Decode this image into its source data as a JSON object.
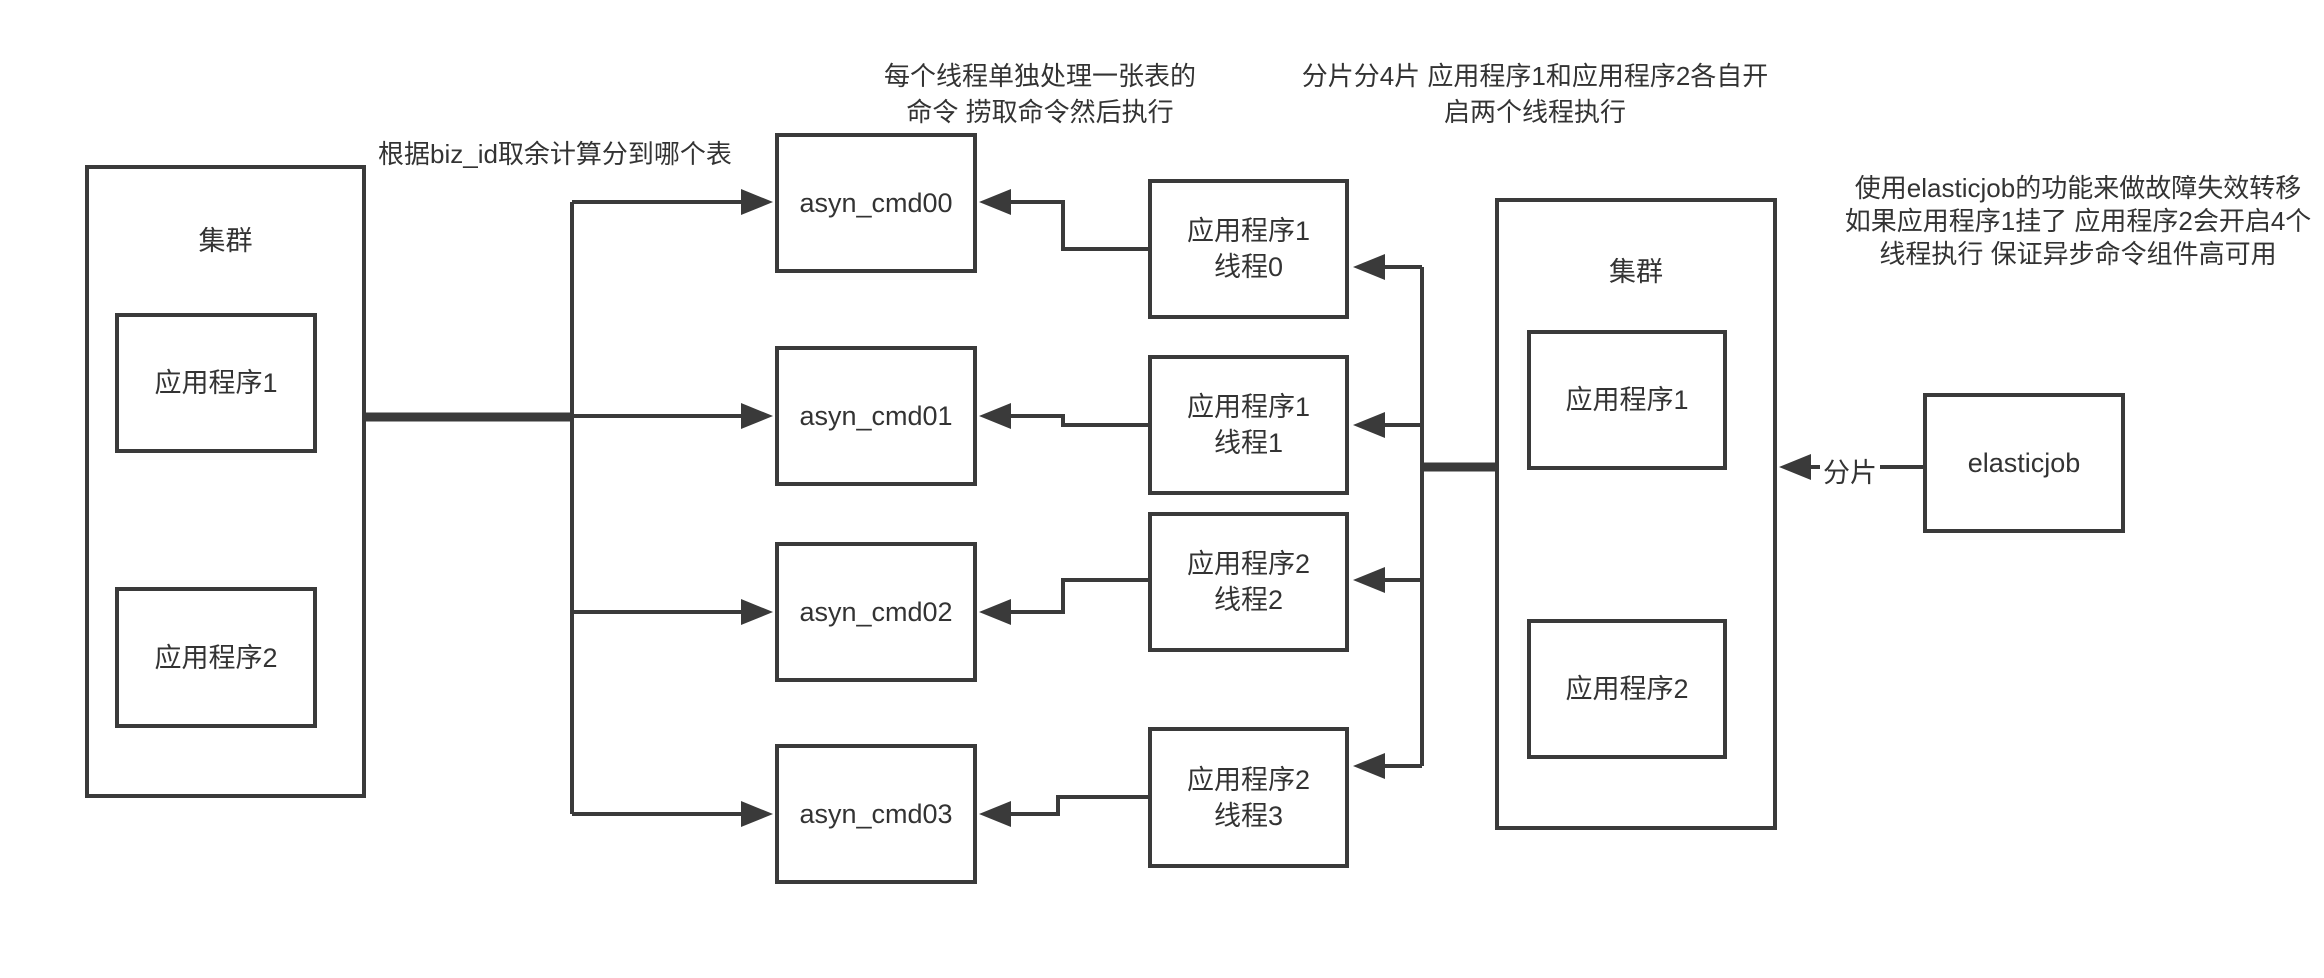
{
  "colors": {
    "line": "#3a3a3a",
    "text": "#333333",
    "background": "#ffffff"
  },
  "left_cluster": {
    "title": "集群",
    "app1": "应用程序1",
    "app2": "应用程序2"
  },
  "cmd_tables": {
    "t0": "asyn_cmd00",
    "t1": "asyn_cmd01",
    "t2": "asyn_cmd02",
    "t3": "asyn_cmd03"
  },
  "threads": {
    "t0": {
      "app": "应用程序1",
      "thread": "线程0"
    },
    "t1": {
      "app": "应用程序1",
      "thread": "线程1"
    },
    "t2": {
      "app": "应用程序2",
      "thread": "线程2"
    },
    "t3": {
      "app": "应用程序2",
      "thread": "线程3"
    }
  },
  "right_cluster": {
    "title": "集群",
    "app1": "应用程序1",
    "app2": "应用程序2"
  },
  "elasticjob": {
    "label": "elasticjob"
  },
  "shard_arrow": {
    "label": "分片"
  },
  "annotations": {
    "route_note": {
      "line1": "根据biz_id取余计算分到哪个表"
    },
    "thread_note": {
      "line1": "每个线程单独处理一张表的",
      "line2": "命令 捞取命令然后执行"
    },
    "shard_note": {
      "line1": "分片分4片 应用程序1和应用程序2各自开",
      "line2": "启两个线程执行"
    },
    "failover_note": {
      "line1": "使用elasticjob的功能来做故障失效转移",
      "line2": "如果应用程序1挂了 应用程序2会开启4个",
      "line3": "线程执行 保证异步命令组件高可用"
    }
  }
}
